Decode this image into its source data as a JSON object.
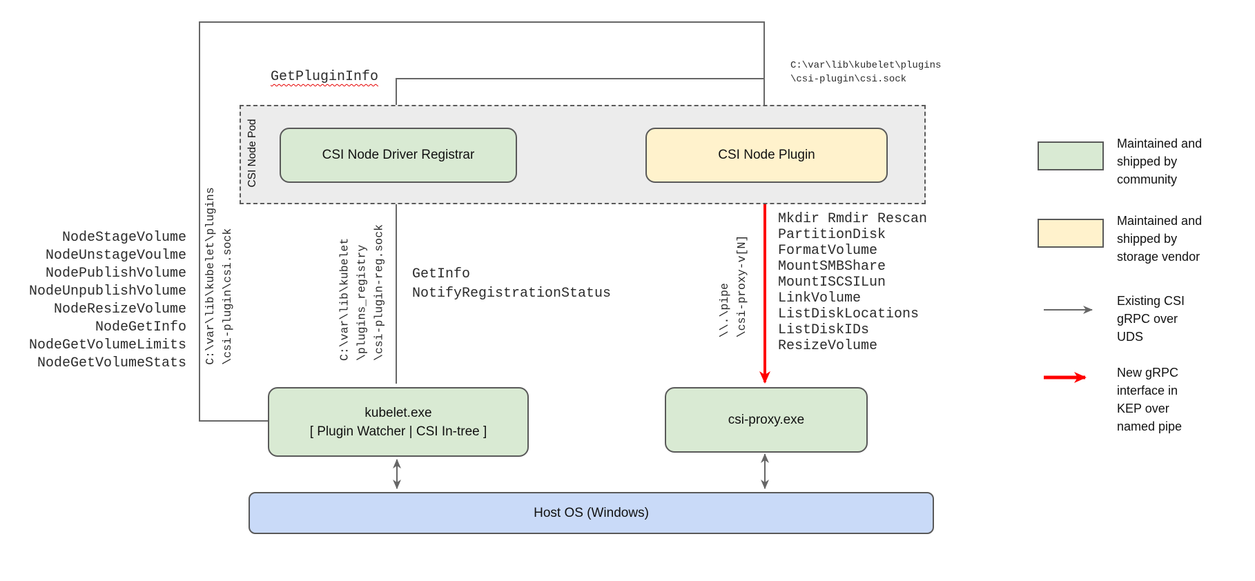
{
  "colors": {
    "community_green": "#d9ead3",
    "vendor_yellow": "#fff2cc",
    "os_blue": "#c9daf8",
    "pod_fill_gray": "#ececec",
    "line_gray": "#666666",
    "arrow_red": "#ff0000"
  },
  "pod": {
    "label": "CSI Node Pod"
  },
  "nodes": {
    "registrar": {
      "label": "CSI Node Driver Registrar"
    },
    "plugin": {
      "label": "CSI Node Plugin"
    },
    "kubelet": {
      "line1": "kubelet.exe",
      "line2": "[ Plugin Watcher | CSI In-tree ]"
    },
    "csi_proxy": {
      "label": "csi-proxy.exe"
    },
    "host_os": {
      "label": "Host OS (Windows)"
    }
  },
  "annotations": {
    "get_plugin_info": "GetPluginInfo",
    "csi_sock_path_top": "C:\\var\\lib\\kubelet\\plugins\n\\csi-plugin\\csi.sock",
    "csi_sock_path_left": "C:\\var\\lib\\kubelet\\plugins\n\\csi-plugin\\csi.sock",
    "registry_sock_path": "C:\\var\\lib\\kubelet\n\\plugins_registry\n\\csi-plugin-reg.sock",
    "named_pipe_path": "\\\\.\\pipe\n\\csi-proxy-v[N]",
    "registration_calls": [
      "GetInfo",
      "NotifyRegistrationStatus"
    ],
    "node_rpc_list": [
      "NodeStageVolume",
      "NodeUnstageVoulme",
      "NodePublishVolume",
      "NodeUnpublishVolume",
      "NodeResizeVolume",
      "NodeGetInfo",
      "NodeGetVolumeLimits",
      "NodeGetVolumeStats"
    ],
    "proxy_api_list": [
      "Mkdir Rmdir Rescan",
      "PartitionDisk",
      "FormatVolume",
      "MountSMBShare",
      "MountISCSILun",
      "LinkVolume",
      "ListDiskLocations",
      "ListDiskIDs",
      "ResizeVolume"
    ]
  },
  "legend": {
    "items": [
      {
        "swatch": "green-box",
        "label": "Maintained and\nshipped by\ncommunity"
      },
      {
        "swatch": "yellow-box",
        "label": "Maintained and\nshipped by\nstorage vendor"
      },
      {
        "swatch": "gray-arrow",
        "label": "Existing CSI\ngRPC over\nUDS"
      },
      {
        "swatch": "red-arrow",
        "label": "New gRPC\ninterface in\nKEP over\nnamed pipe"
      }
    ]
  }
}
